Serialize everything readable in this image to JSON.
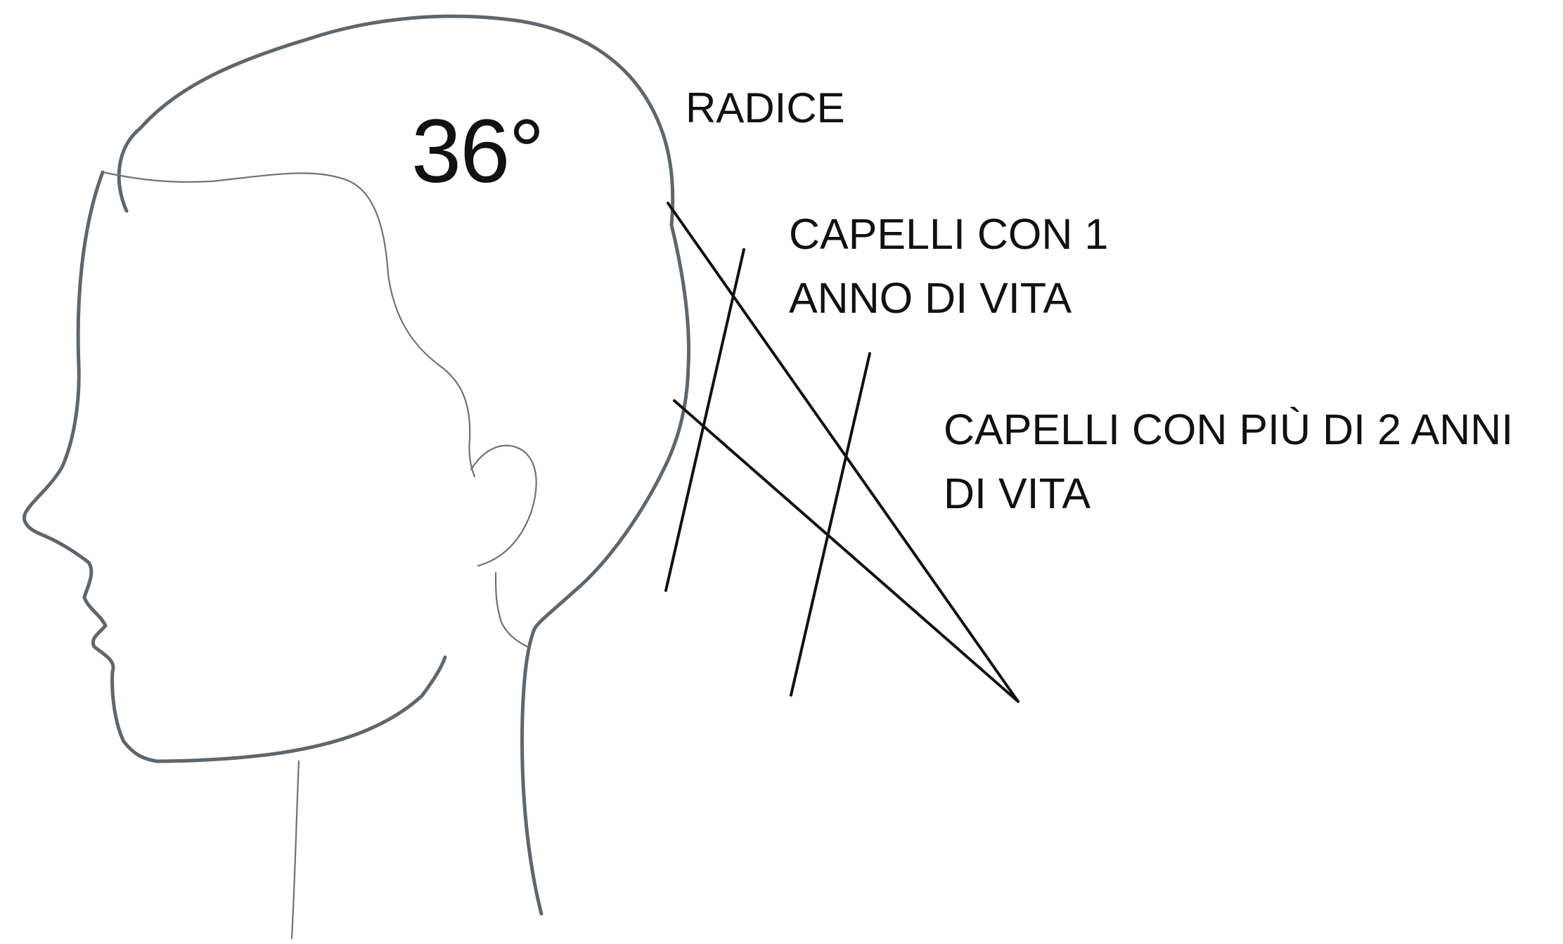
{
  "diagram": {
    "angle_label": "36°",
    "root_label": "RADICE",
    "one_year_label": "CAPELLI CON 1\nANNO DI VITA",
    "two_years_label": "CAPELLI CON PIÙ DI 2 ANNI\nDI VITA",
    "colors": {
      "head_outline": "#5f666c",
      "lines": "#111111",
      "text": "#111111",
      "background": "#ffffff"
    }
  }
}
